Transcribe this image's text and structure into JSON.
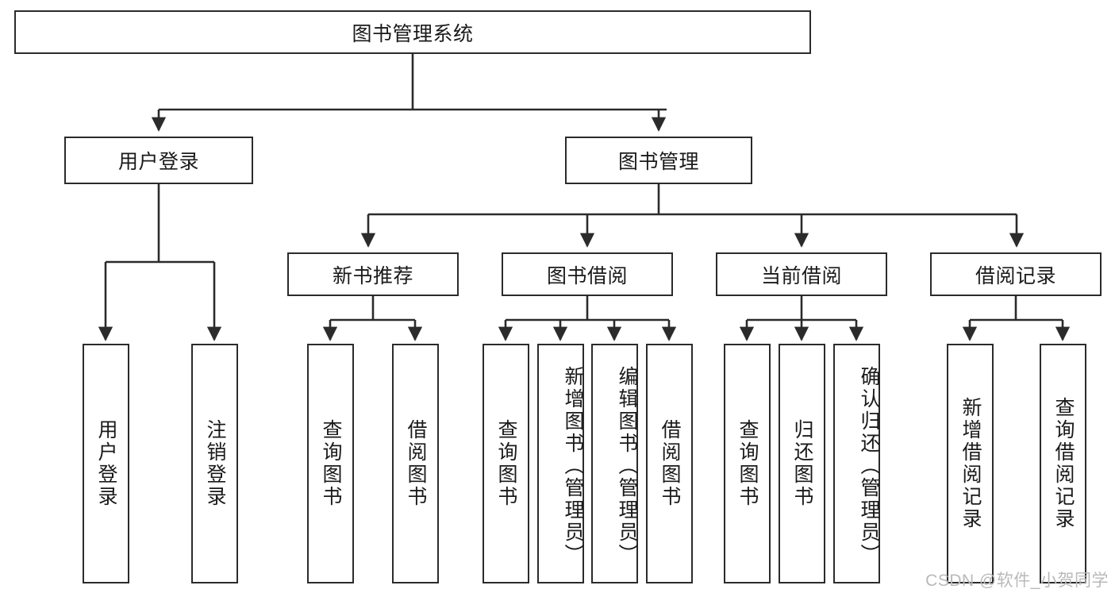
{
  "diagram": {
    "title": "图书管理系统",
    "type": "hierarchy-tree",
    "watermark": "CSDN @软件_小贺同学",
    "colors": {
      "stroke": "#2b2b2b",
      "fill": "#ffffff",
      "text": "#1a1a1a",
      "watermark": "#b9b9b9"
    },
    "nodes": {
      "root": {
        "label": "图书管理系统",
        "level": 1
      },
      "l2": [
        {
          "id": "user-login",
          "label": "用户登录",
          "level": 2
        },
        {
          "id": "book-manage",
          "label": "图书管理",
          "level": 2
        }
      ],
      "l3": [
        {
          "id": "new-book-recommend",
          "label": "新书推荐",
          "level": 3
        },
        {
          "id": "book-borrow",
          "label": "图书借阅",
          "level": 3
        },
        {
          "id": "current-borrow",
          "label": "当前借阅",
          "level": 3
        },
        {
          "id": "borrow-record",
          "label": "借阅记录",
          "level": 3
        }
      ],
      "leaves": [
        {
          "id": "leaf-user-login",
          "label": "用户登录",
          "parent": "user-login"
        },
        {
          "id": "leaf-user-logout",
          "label": "注销登录",
          "parent": "user-login"
        },
        {
          "id": "leaf-query-book-1",
          "label": "查询图书",
          "parent": "new-book-recommend"
        },
        {
          "id": "leaf-borrow-book-1",
          "label": "借阅图书",
          "parent": "new-book-recommend"
        },
        {
          "id": "leaf-query-book-2",
          "label": "查询图书",
          "parent": "book-borrow"
        },
        {
          "id": "leaf-add-book",
          "label": "新增图书（管理员）",
          "parent": "book-borrow"
        },
        {
          "id": "leaf-edit-book",
          "label": "编辑图书（管理员）",
          "parent": "book-borrow"
        },
        {
          "id": "leaf-borrow-book-2",
          "label": "借阅图书",
          "parent": "book-borrow"
        },
        {
          "id": "leaf-query-book-3",
          "label": "查询图书",
          "parent": "current-borrow"
        },
        {
          "id": "leaf-return-book",
          "label": "归还图书",
          "parent": "current-borrow"
        },
        {
          "id": "leaf-confirm-return",
          "label": "确认归还（管理员）",
          "parent": "current-borrow"
        },
        {
          "id": "leaf-add-record",
          "label": "新增借阅记录",
          "parent": "borrow-record"
        },
        {
          "id": "leaf-query-record",
          "label": "查询借阅记录",
          "parent": "borrow-record"
        }
      ]
    }
  }
}
